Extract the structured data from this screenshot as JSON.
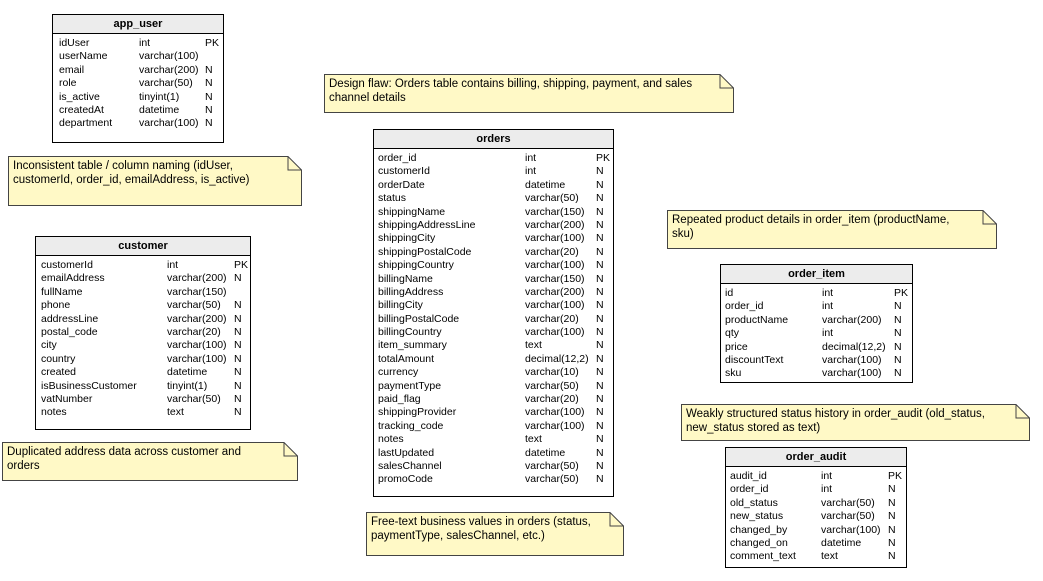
{
  "tables": {
    "app_user": {
      "title": "app_user",
      "rows": [
        [
          "idUser",
          "int",
          "PK"
        ],
        [
          "userName",
          "varchar(100)",
          ""
        ],
        [
          "email",
          "varchar(200)",
          "N"
        ],
        [
          "role",
          "varchar(50)",
          "N"
        ],
        [
          "is_active",
          "tinyint(1)",
          "N"
        ],
        [
          "createdAt",
          "datetime",
          "N"
        ],
        [
          "department",
          "varchar(100)",
          "N"
        ]
      ]
    },
    "customer": {
      "title": "customer",
      "rows": [
        [
          "customerId",
          "int",
          "PK"
        ],
        [
          "emailAddress",
          "varchar(200)",
          "N"
        ],
        [
          "fullName",
          "varchar(150)",
          ""
        ],
        [
          "phone",
          "varchar(50)",
          "N"
        ],
        [
          "addressLine",
          "varchar(200)",
          "N"
        ],
        [
          "postal_code",
          "varchar(20)",
          "N"
        ],
        [
          "city",
          "varchar(100)",
          "N"
        ],
        [
          "country",
          "varchar(100)",
          "N"
        ],
        [
          "created",
          "datetime",
          "N"
        ],
        [
          "isBusinessCustomer",
          "tinyint(1)",
          "N"
        ],
        [
          "vatNumber",
          "varchar(50)",
          "N"
        ],
        [
          "notes",
          "text",
          "N"
        ]
      ]
    },
    "orders": {
      "title": "orders",
      "rows": [
        [
          "order_id",
          "int",
          "PK"
        ],
        [
          "customerId",
          "int",
          "N"
        ],
        [
          "orderDate",
          "datetime",
          "N"
        ],
        [
          "status",
          "varchar(50)",
          "N"
        ],
        [
          "shippingName",
          "varchar(150)",
          "N"
        ],
        [
          "shippingAddressLine",
          "varchar(200)",
          "N"
        ],
        [
          "shippingCity",
          "varchar(100)",
          "N"
        ],
        [
          "shippingPostalCode",
          "varchar(20)",
          "N"
        ],
        [
          "shippingCountry",
          "varchar(100)",
          "N"
        ],
        [
          "billingName",
          "varchar(150)",
          "N"
        ],
        [
          "billingAddress",
          "varchar(200)",
          "N"
        ],
        [
          "billingCity",
          "varchar(100)",
          "N"
        ],
        [
          "billingPostalCode",
          "varchar(20)",
          "N"
        ],
        [
          "billingCountry",
          "varchar(100)",
          "N"
        ],
        [
          "item_summary",
          "text",
          "N"
        ],
        [
          "totalAmount",
          "decimal(12,2)",
          "N"
        ],
        [
          "currency",
          "varchar(10)",
          "N"
        ],
        [
          "paymentType",
          "varchar(50)",
          "N"
        ],
        [
          "paid_flag",
          "varchar(20)",
          "N"
        ],
        [
          "shippingProvider",
          "varchar(100)",
          "N"
        ],
        [
          "tracking_code",
          "varchar(100)",
          "N"
        ],
        [
          "notes",
          "text",
          "N"
        ],
        [
          "lastUpdated",
          "datetime",
          "N"
        ],
        [
          "salesChannel",
          "varchar(50)",
          "N"
        ],
        [
          "promoCode",
          "varchar(50)",
          "N"
        ]
      ]
    },
    "order_item": {
      "title": "order_item",
      "rows": [
        [
          "id",
          "int",
          "PK"
        ],
        [
          "order_id",
          "int",
          "N"
        ],
        [
          "productName",
          "varchar(200)",
          "N"
        ],
        [
          "qty",
          "int",
          "N"
        ],
        [
          "price",
          "decimal(12,2)",
          "N"
        ],
        [
          "discountText",
          "varchar(100)",
          "N"
        ],
        [
          "sku",
          "varchar(100)",
          "N"
        ]
      ]
    },
    "order_audit": {
      "title": "order_audit",
      "rows": [
        [
          "audit_id",
          "int",
          "PK"
        ],
        [
          "order_id",
          "int",
          "N"
        ],
        [
          "old_status",
          "varchar(50)",
          "N"
        ],
        [
          "new_status",
          "varchar(50)",
          "N"
        ],
        [
          "changed_by",
          "varchar(100)",
          "N"
        ],
        [
          "changed_on",
          "datetime",
          "N"
        ],
        [
          "comment_text",
          "text",
          "N"
        ]
      ]
    }
  },
  "notes": {
    "design_flaw": "Design flaw: Orders table contains billing, shipping, payment, and sales\nchannel details",
    "naming": "Inconsistent table / column naming (idUser,\ncustomerId, order_id, emailAddress, is_active)",
    "duplicated_address": "Duplicated address data across customer and\norders",
    "free_text": "Free-text business values in orders (status,\npaymentType, salesChannel, etc.)",
    "repeated_product": "Repeated product details in order_item (productName,\nsku)",
    "status_history": "Weakly structured status history in order_audit (old_status,\nnew_status stored as text)"
  },
  "colors": {
    "note_fill": "#fff9c6",
    "note_border": "#444444",
    "table_header": "#ececec"
  }
}
